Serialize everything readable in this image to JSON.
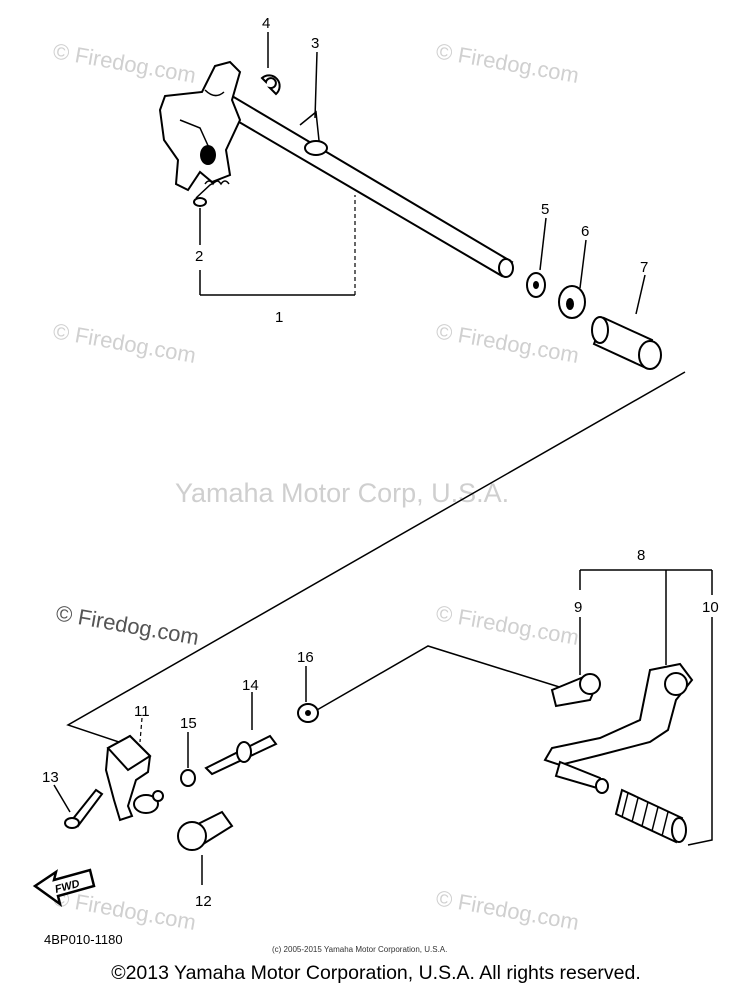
{
  "watermarks": {
    "brand": "© Firedog.com",
    "center": "Yamaha Motor Corp, U.S.A."
  },
  "callouts": {
    "p1": "1",
    "p2": "2",
    "p3": "3",
    "p4": "4",
    "p5": "5",
    "p6": "6",
    "p7": "7",
    "p8": "8",
    "p9": "9",
    "p10": "10",
    "p11": "11",
    "p12": "12",
    "p13": "13",
    "p14": "14",
    "p15": "15",
    "p16": "16"
  },
  "fwd_label": "FWD",
  "diagram_code": "4BP010-1180",
  "small_copyright": "(c) 2005-2015 Yamaha Motor Corporation, U.S.A.",
  "footer_copyright": "©2013 Yamaha Motor Corporation, U.S.A. All rights reserved.",
  "icons": {
    "fwd_arrow": "fwd-arrow-icon"
  }
}
